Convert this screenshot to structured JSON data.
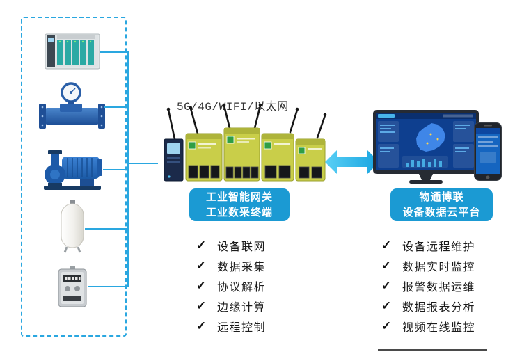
{
  "colors": {
    "accent_blue": "#1b9ad3",
    "line_blue": "#2aa7e0",
    "arrow_blue_light": "#5ad0f5",
    "arrow_blue_dark": "#17a3e0",
    "text_dark": "#1c1c1c"
  },
  "checkmark": "✓",
  "network_label": "5G/4G/WIFI/以太网",
  "equipment": [
    {
      "name": "plc-controller"
    },
    {
      "name": "flow-meter"
    },
    {
      "name": "water-pump"
    },
    {
      "name": "pressure-tank"
    },
    {
      "name": "energy-meter"
    }
  ],
  "gateway": {
    "label_line1": "工业智能网关",
    "label_line2": "工业数采终端",
    "features": [
      "设备联网",
      "数据采集",
      "协议解析",
      "边缘计算",
      "远程控制"
    ]
  },
  "platform": {
    "label_line1": "物通博联",
    "label_line2": "设备数据云平台",
    "features": [
      "设备远程维护",
      "数据实时监控",
      "报警数据运维",
      "数据报表分析",
      "视频在线监控"
    ]
  }
}
